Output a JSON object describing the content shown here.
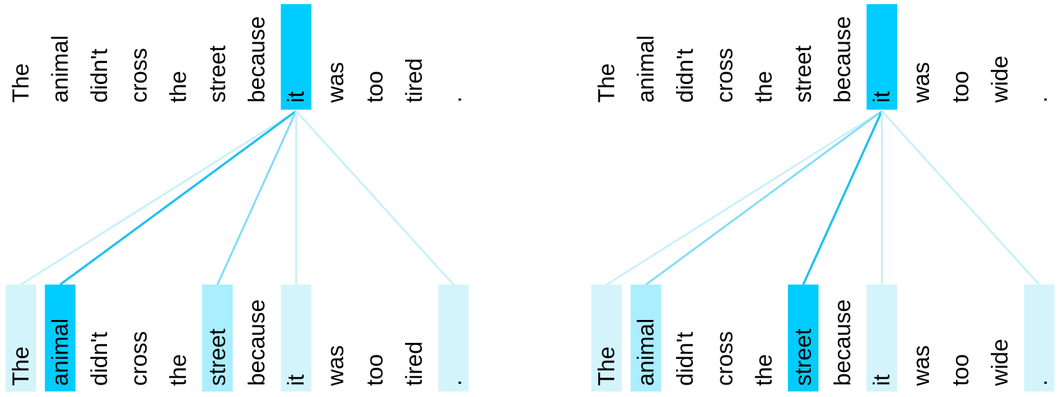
{
  "colors": {
    "strong": "#00ccff",
    "medium": "#aaeeff",
    "weak": "#d4f4fb",
    "line_strong": "#1ec0ef",
    "line_medium": "#7fdcf6",
    "line_weak": "#c8f0fa",
    "text": "#000000"
  },
  "panels": [
    {
      "top_tokens": [
        "The",
        "animal",
        "didn't",
        "cross",
        "the",
        "street",
        "because",
        "it",
        "was",
        "too",
        "tired",
        "."
      ],
      "bottom_tokens": [
        "The",
        "animal",
        "didn't",
        "cross",
        "the",
        "street",
        "because",
        "it",
        "was",
        "too",
        "tired",
        "."
      ],
      "query_index": 7,
      "attention": [
        0.2,
        1.0,
        0,
        0,
        0,
        0.55,
        0,
        0.25,
        0,
        0,
        0,
        0.3
      ]
    },
    {
      "top_tokens": [
        "The",
        "animal",
        "didn't",
        "cross",
        "the",
        "street",
        "because",
        "it",
        "was",
        "too",
        "wide",
        "."
      ],
      "bottom_tokens": [
        "The",
        "animal",
        "didn't",
        "cross",
        "the",
        "street",
        "because",
        "it",
        "was",
        "too",
        "wide",
        "."
      ],
      "query_index": 7,
      "attention": [
        0.25,
        0.5,
        0,
        0,
        0,
        1.0,
        0,
        0.2,
        0,
        0,
        0,
        0.3
      ]
    }
  ]
}
